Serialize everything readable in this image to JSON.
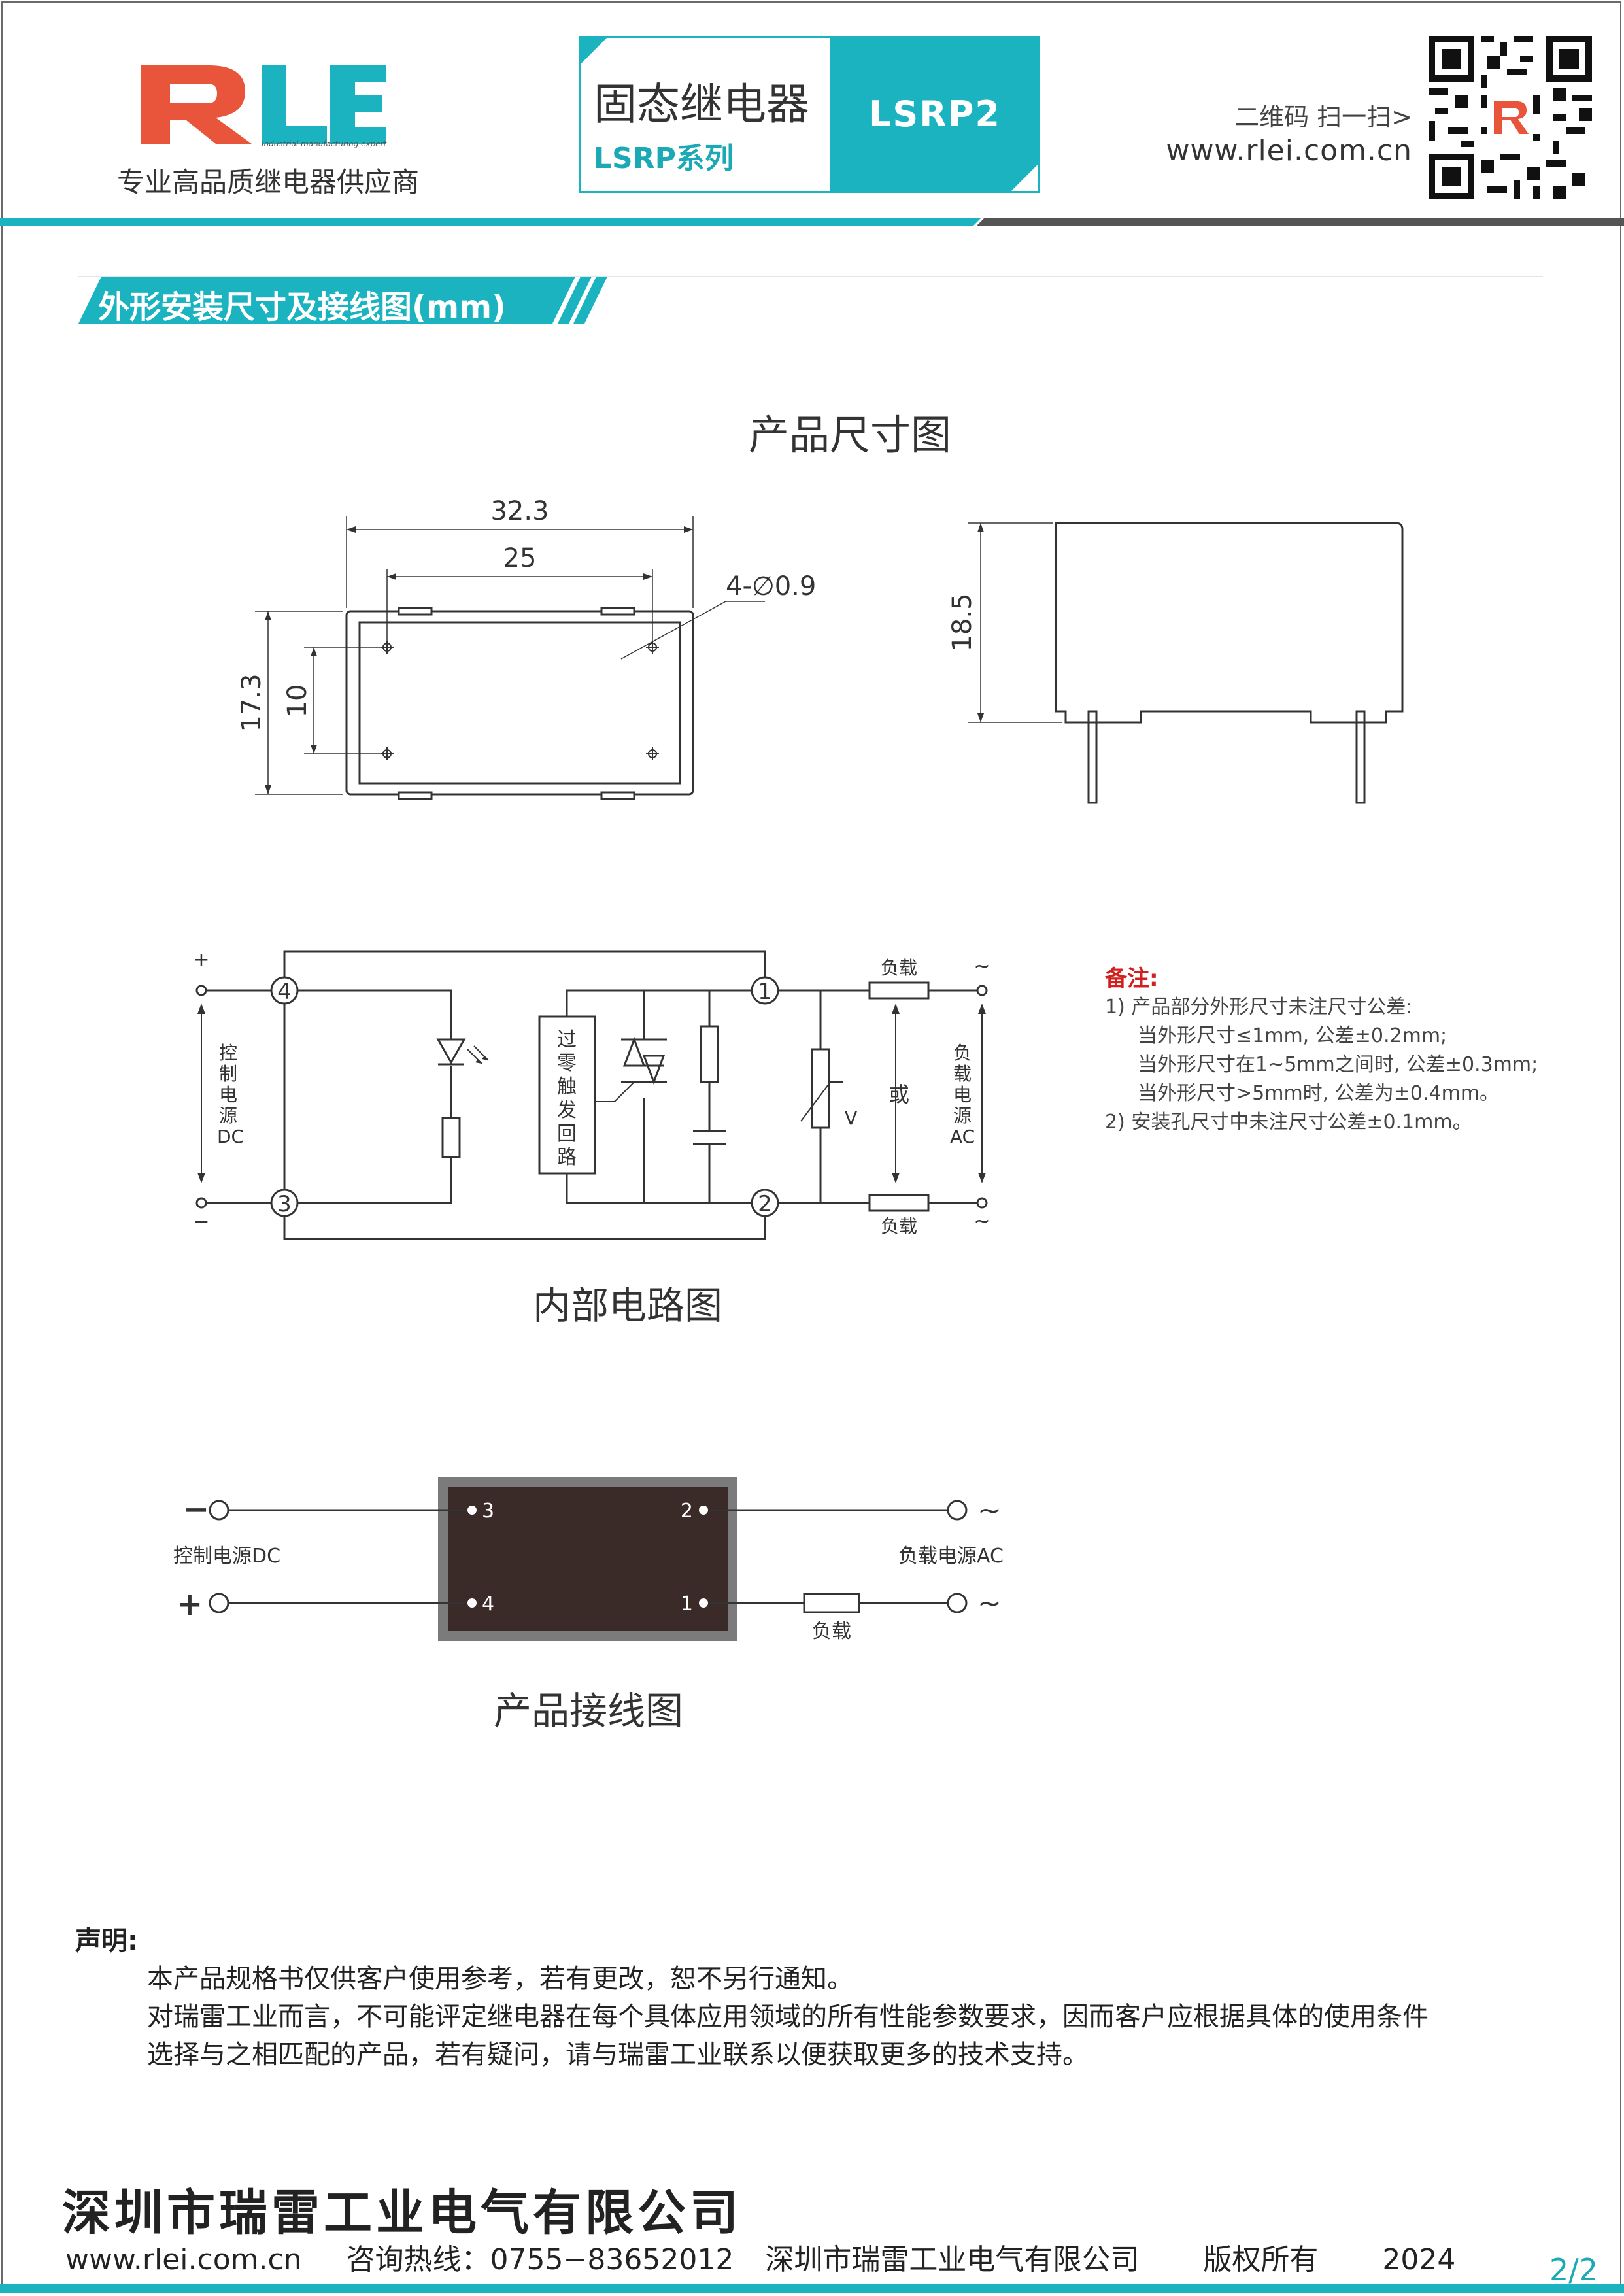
{
  "header": {
    "logo_tagline": "专业高品质继电器供应商",
    "product_name": "固态继电器",
    "series": "LSRP系列",
    "model": "LSRP2",
    "qr_label": "二维码 扫一扫>",
    "website": "www.rlei.com.cn"
  },
  "colors": {
    "accent": "#1bb3bf",
    "brand_red": "#e8553a",
    "note_red": "#d02020"
  },
  "section": {
    "title": "外形安装尺寸及接线图(mm)"
  },
  "dimension_drawing": {
    "title": "产品尺寸图",
    "labels": {
      "overall_width": "32.3",
      "hole_spacing_x": "25",
      "overall_height": "17.3",
      "hole_spacing_y": "10",
      "holes": "4-∅0.9",
      "side_height": "18.5"
    }
  },
  "circuit_diagram": {
    "title": "内部电路图",
    "labels": {
      "plus": "+",
      "minus": "−",
      "control": [
        "控",
        "制",
        "电",
        "源",
        "DC"
      ],
      "zero_cross": [
        "过",
        "零",
        "触",
        "发",
        "回",
        "路"
      ],
      "load": "负载",
      "or": "或",
      "load_supply": [
        "负",
        "载",
        "电",
        "源",
        "AC"
      ],
      "tilde": "~",
      "v": "V",
      "pins": [
        "4",
        "3",
        "1",
        "2"
      ]
    }
  },
  "wiring_diagram": {
    "title": "产品接线图",
    "labels": {
      "minus": "−",
      "plus": "+",
      "control_supply": "控制电源DC",
      "load_supply": "负载电源AC",
      "load": "负载",
      "tilde": "~",
      "pins": [
        "3",
        "4",
        "2",
        "1"
      ]
    }
  },
  "notes": {
    "title": "备注:",
    "items": [
      "1) 产品部分外形尺寸未注尺寸公差:",
      "当外形尺寸≤1mm, 公差±0.2mm;",
      "当外形尺寸在1~5mm之间时, 公差±0.3mm;",
      "当外形尺寸>5mm时, 公差为±0.4mm。",
      "2) 安装孔尺寸中未注尺寸公差±0.1mm。"
    ]
  },
  "declaration": {
    "title": "声明:",
    "lines": [
      "本产品规格书仅供客户使用参考，若有更改，恕不另行通知。",
      "对瑞雷工业而言，不可能评定继电器在每个具体应用领域的所有性能参数要求，因而客户应根据具体的使用条件",
      "选择与之相匹配的产品，若有疑问，请与瑞雷工业联系以便获取更多的技术支持。"
    ]
  },
  "footer": {
    "company": "深圳市瑞雷工业电气有限公司",
    "website": "www.rlei.com.cn",
    "hotline": "咨询热线：0755−83652012",
    "company_short": "深圳市瑞雷工业电气有限公司",
    "rights": "版权所有",
    "year": "2024",
    "page": "2/2"
  }
}
